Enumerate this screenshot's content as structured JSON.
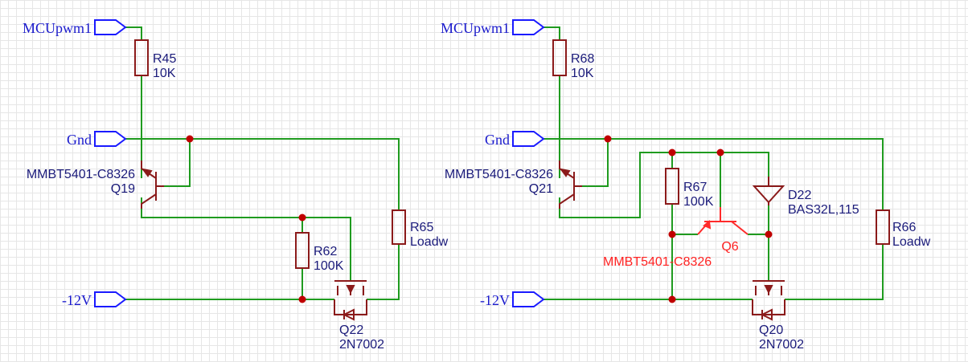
{
  "left": {
    "nets": {
      "pwm": "MCUpwm1",
      "gnd": "Gnd",
      "neg": "-12V"
    },
    "r_base": {
      "ref": "R45",
      "value": "10K"
    },
    "q_pnp": {
      "ref": "Q19",
      "value": "MMBT5401-C8326"
    },
    "r_gate": {
      "ref": "R62",
      "value": "100K"
    },
    "r_load": {
      "ref": "R65",
      "value": "Loadw"
    },
    "q_fet": {
      "ref": "Q22",
      "value": "2N7002"
    }
  },
  "right": {
    "nets": {
      "pwm": "MCUpwm1",
      "gnd": "Gnd",
      "neg": "-12V"
    },
    "r_base": {
      "ref": "R68",
      "value": "10K"
    },
    "q_pnp": {
      "ref": "Q21",
      "value": "MMBT5401-C8326"
    },
    "r_gate": {
      "ref": "R67",
      "value": "100K"
    },
    "diode": {
      "ref": "D22",
      "value": "BAS32L,115"
    },
    "q_aux": {
      "ref": "Q6",
      "value": "MMBT5401-C8326"
    },
    "r_load": {
      "ref": "R66",
      "value": "Loadw"
    },
    "q_fet": {
      "ref": "Q20",
      "value": "2N7002"
    }
  }
}
